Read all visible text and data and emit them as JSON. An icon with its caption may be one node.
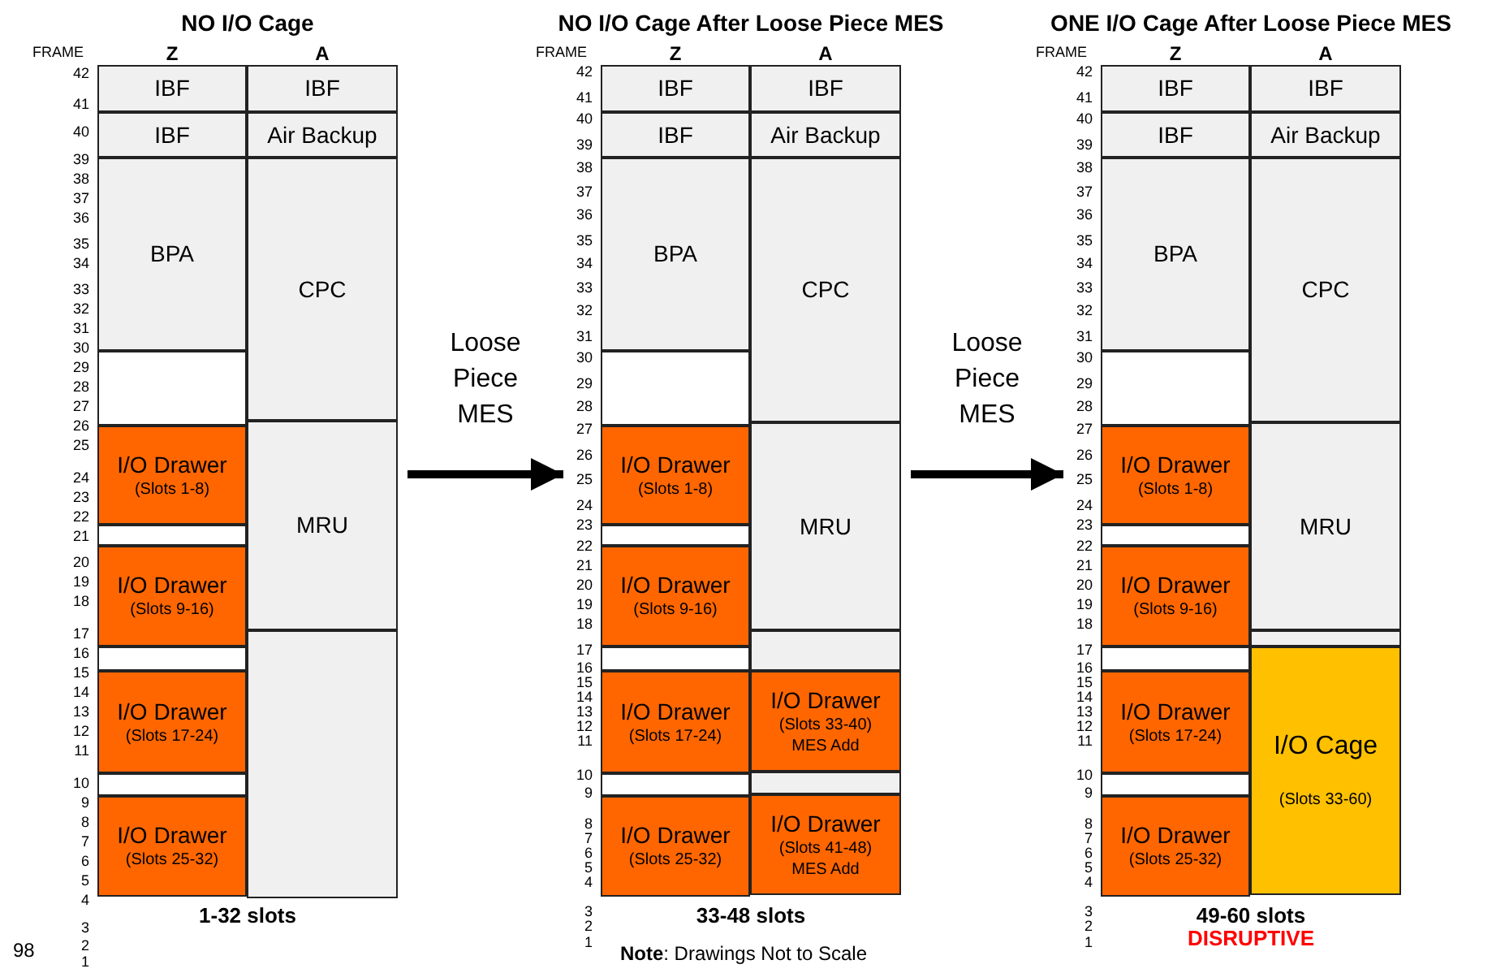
{
  "diagram": {
    "nodes": [
      {
        "text": [
          "NO I/O Cage"
        ],
        "beside": [
          "1-32 slots"
        ]
      },
      {
        "text": [
          "IBF"
        ],
        "in": 0
      },
      {
        "text": [
          "IBF"
        ],
        "in": 0
      },
      {
        "text": [
          "BPA"
        ],
        "in": 0
      },
      {
        "text": [],
        "shape": "box",
        "in": 0
      },
      {
        "text": [
          "I/O Drawer",
          "(Slots 1-8)"
        ],
        "in": 0
      },
      {
        "text": [],
        "shape": "box",
        "in": 0
      },
      {
        "text": [
          "I/O Drawer",
          "(Slots 9-16)"
        ],
        "in": 0
      },
      {
        "text": [],
        "shape": "box",
        "in": 0
      },
      {
        "text": [
          "I/O Drawer",
          "(Slots 17-24)"
        ],
        "in": 0
      },
      {
        "text": [],
        "shape": "box",
        "in": 0
      },
      {
        "text": [
          "I/O Drawer",
          "(Slots 25-32)"
        ],
        "in": 0
      },
      {
        "text": [
          "IBF"
        ],
        "in": 0
      },
      {
        "text": [
          "Air Backup"
        ],
        "in": 0
      },
      {
        "text": [
          "CPC"
        ],
        "in": 0
      },
      {
        "text": [
          "MRU"
        ],
        "in": 0
      },
      {
        "text": [],
        "shape": "box",
        "in": 0
      },
      {
        "text": [
          "NO I/O Cage After Loose Piece MES"
        ],
        "beside": [
          "33-48 slots"
        ]
      },
      {
        "text": [
          "IBF"
        ],
        "in": 17
      },
      {
        "text": [
          "IBF"
        ],
        "in": 17
      },
      {
        "text": [
          "BPA"
        ],
        "in": 17
      },
      {
        "text": [],
        "shape": "box",
        "in": 17
      },
      {
        "text": [
          "I/O Drawer",
          "(Slots 1-8)"
        ],
        "in": 17
      },
      {
        "text": [],
        "shape": "box",
        "in": 17
      },
      {
        "text": [
          "I/O Drawer",
          "(Slots 9-16)"
        ],
        "in": 17
      },
      {
        "text": [],
        "shape": "box",
        "in": 17
      },
      {
        "text": [
          "I/O Drawer",
          "(Slots 17-24)"
        ],
        "in": 17
      },
      {
        "text": [],
        "shape": "box",
        "in": 17
      },
      {
        "text": [
          "I/O Drawer",
          "(Slots 25-32)"
        ],
        "in": 17
      },
      {
        "text": [
          "IBF"
        ],
        "in": 17
      },
      {
        "text": [
          "Air Backup"
        ],
        "in": 17
      },
      {
        "text": [
          "CPC"
        ],
        "in": 17
      },
      {
        "text": [
          "MRU"
        ],
        "in": 17
      },
      {
        "text": [],
        "shape": "box",
        "in": 17
      },
      {
        "text": [
          "I/O Drawer",
          "(Slots 33-40)",
          "MES Add"
        ],
        "in": 17
      },
      {
        "text": [],
        "shape": "box",
        "in": 17
      },
      {
        "text": [
          "I/O Drawer",
          "(Slots 41-48)",
          "MES Add"
        ],
        "in": 17
      },
      {
        "text": [
          "ONE I/O Cage After Loose Piece MES"
        ],
        "beside": [
          "49-60 slots",
          "DISRUPTIVE"
        ]
      },
      {
        "text": [
          "IBF"
        ],
        "in": 37
      },
      {
        "text": [
          "IBF"
        ],
        "in": 37
      },
      {
        "text": [
          "BPA"
        ],
        "in": 37
      },
      {
        "text": [],
        "shape": "box",
        "in": 37
      },
      {
        "text": [
          "I/O Drawer",
          "(Slots 1-8)"
        ],
        "in": 37
      },
      {
        "text": [],
        "shape": "box",
        "in": 37
      },
      {
        "text": [
          "I/O Drawer",
          "(Slots 9-16)"
        ],
        "in": 37
      },
      {
        "text": [],
        "shape": "box",
        "in": 37
      },
      {
        "text": [
          "I/O Drawer",
          "(Slots 17-24)"
        ],
        "in": 37
      },
      {
        "text": [],
        "shape": "box",
        "in": 37
      },
      {
        "text": [
          "I/O Drawer",
          "(Slots 25-32)"
        ],
        "in": 37
      },
      {
        "text": [
          "IBF"
        ],
        "in": 37
      },
      {
        "text": [
          "Air Backup"
        ],
        "in": 37
      },
      {
        "text": [
          "CPC"
        ],
        "in": 37
      },
      {
        "text": [
          "MRU"
        ],
        "in": 37
      },
      {
        "text": [],
        "shape": "box",
        "in": 37
      },
      {
        "text": [
          "I/O Cage",
          "(Slots 33-60)"
        ],
        "in": 37
      }
    ],
    "edges": [
      {
        "from": 0,
        "to": 17,
        "arrow": "to",
        "label": "Loose Piece MES"
      },
      {
        "from": 17,
        "to": 37,
        "arrow": "to",
        "label": "Loose Piece MES"
      }
    ],
    "labels": [
      "FRAME",
      "Z",
      "A",
      "42",
      "41",
      "40",
      "39",
      "38",
      "37",
      "36",
      "35",
      "34",
      "33",
      "32",
      "31",
      "30",
      "29",
      "28",
      "27",
      "26",
      "25",
      "24",
      "23",
      "22",
      "21",
      "20",
      "19",
      "18",
      "17",
      "16",
      "15",
      "14",
      "13",
      "12",
      "11",
      "10",
      "9",
      "8",
      "7",
      "6",
      "5",
      "4",
      "3",
      "2",
      "1",
      "FRAME",
      "Z",
      "A",
      "42",
      "41",
      "40",
      "39",
      "38",
      "37",
      "36",
      "35",
      "34",
      "33",
      "32",
      "31",
      "30",
      "29",
      "28",
      "27",
      "26",
      "25",
      "24",
      "23",
      "22",
      "21",
      "20",
      "19",
      "18",
      "17",
      "16",
      "15",
      "14",
      "13",
      "12",
      "11",
      "10",
      "9",
      "8",
      "7",
      "6",
      "5",
      "4",
      "3",
      "2",
      "1",
      "FRAME",
      "Z",
      "A",
      "42",
      "41",
      "40",
      "39",
      "38",
      "37",
      "36",
      "35",
      "34",
      "33",
      "32",
      "31",
      "30",
      "29",
      "28",
      "27",
      "26",
      "25",
      "24",
      "23",
      "22",
      "21",
      "20",
      "19",
      "18",
      "17",
      "16",
      "15",
      "14",
      "13",
      "12",
      "11",
      "10",
      "9",
      "8",
      "7",
      "6",
      "5",
      "4",
      "3",
      "2",
      "1",
      "98",
      "**Note**: Drawings Not to Scale"
    ]
  }
}
